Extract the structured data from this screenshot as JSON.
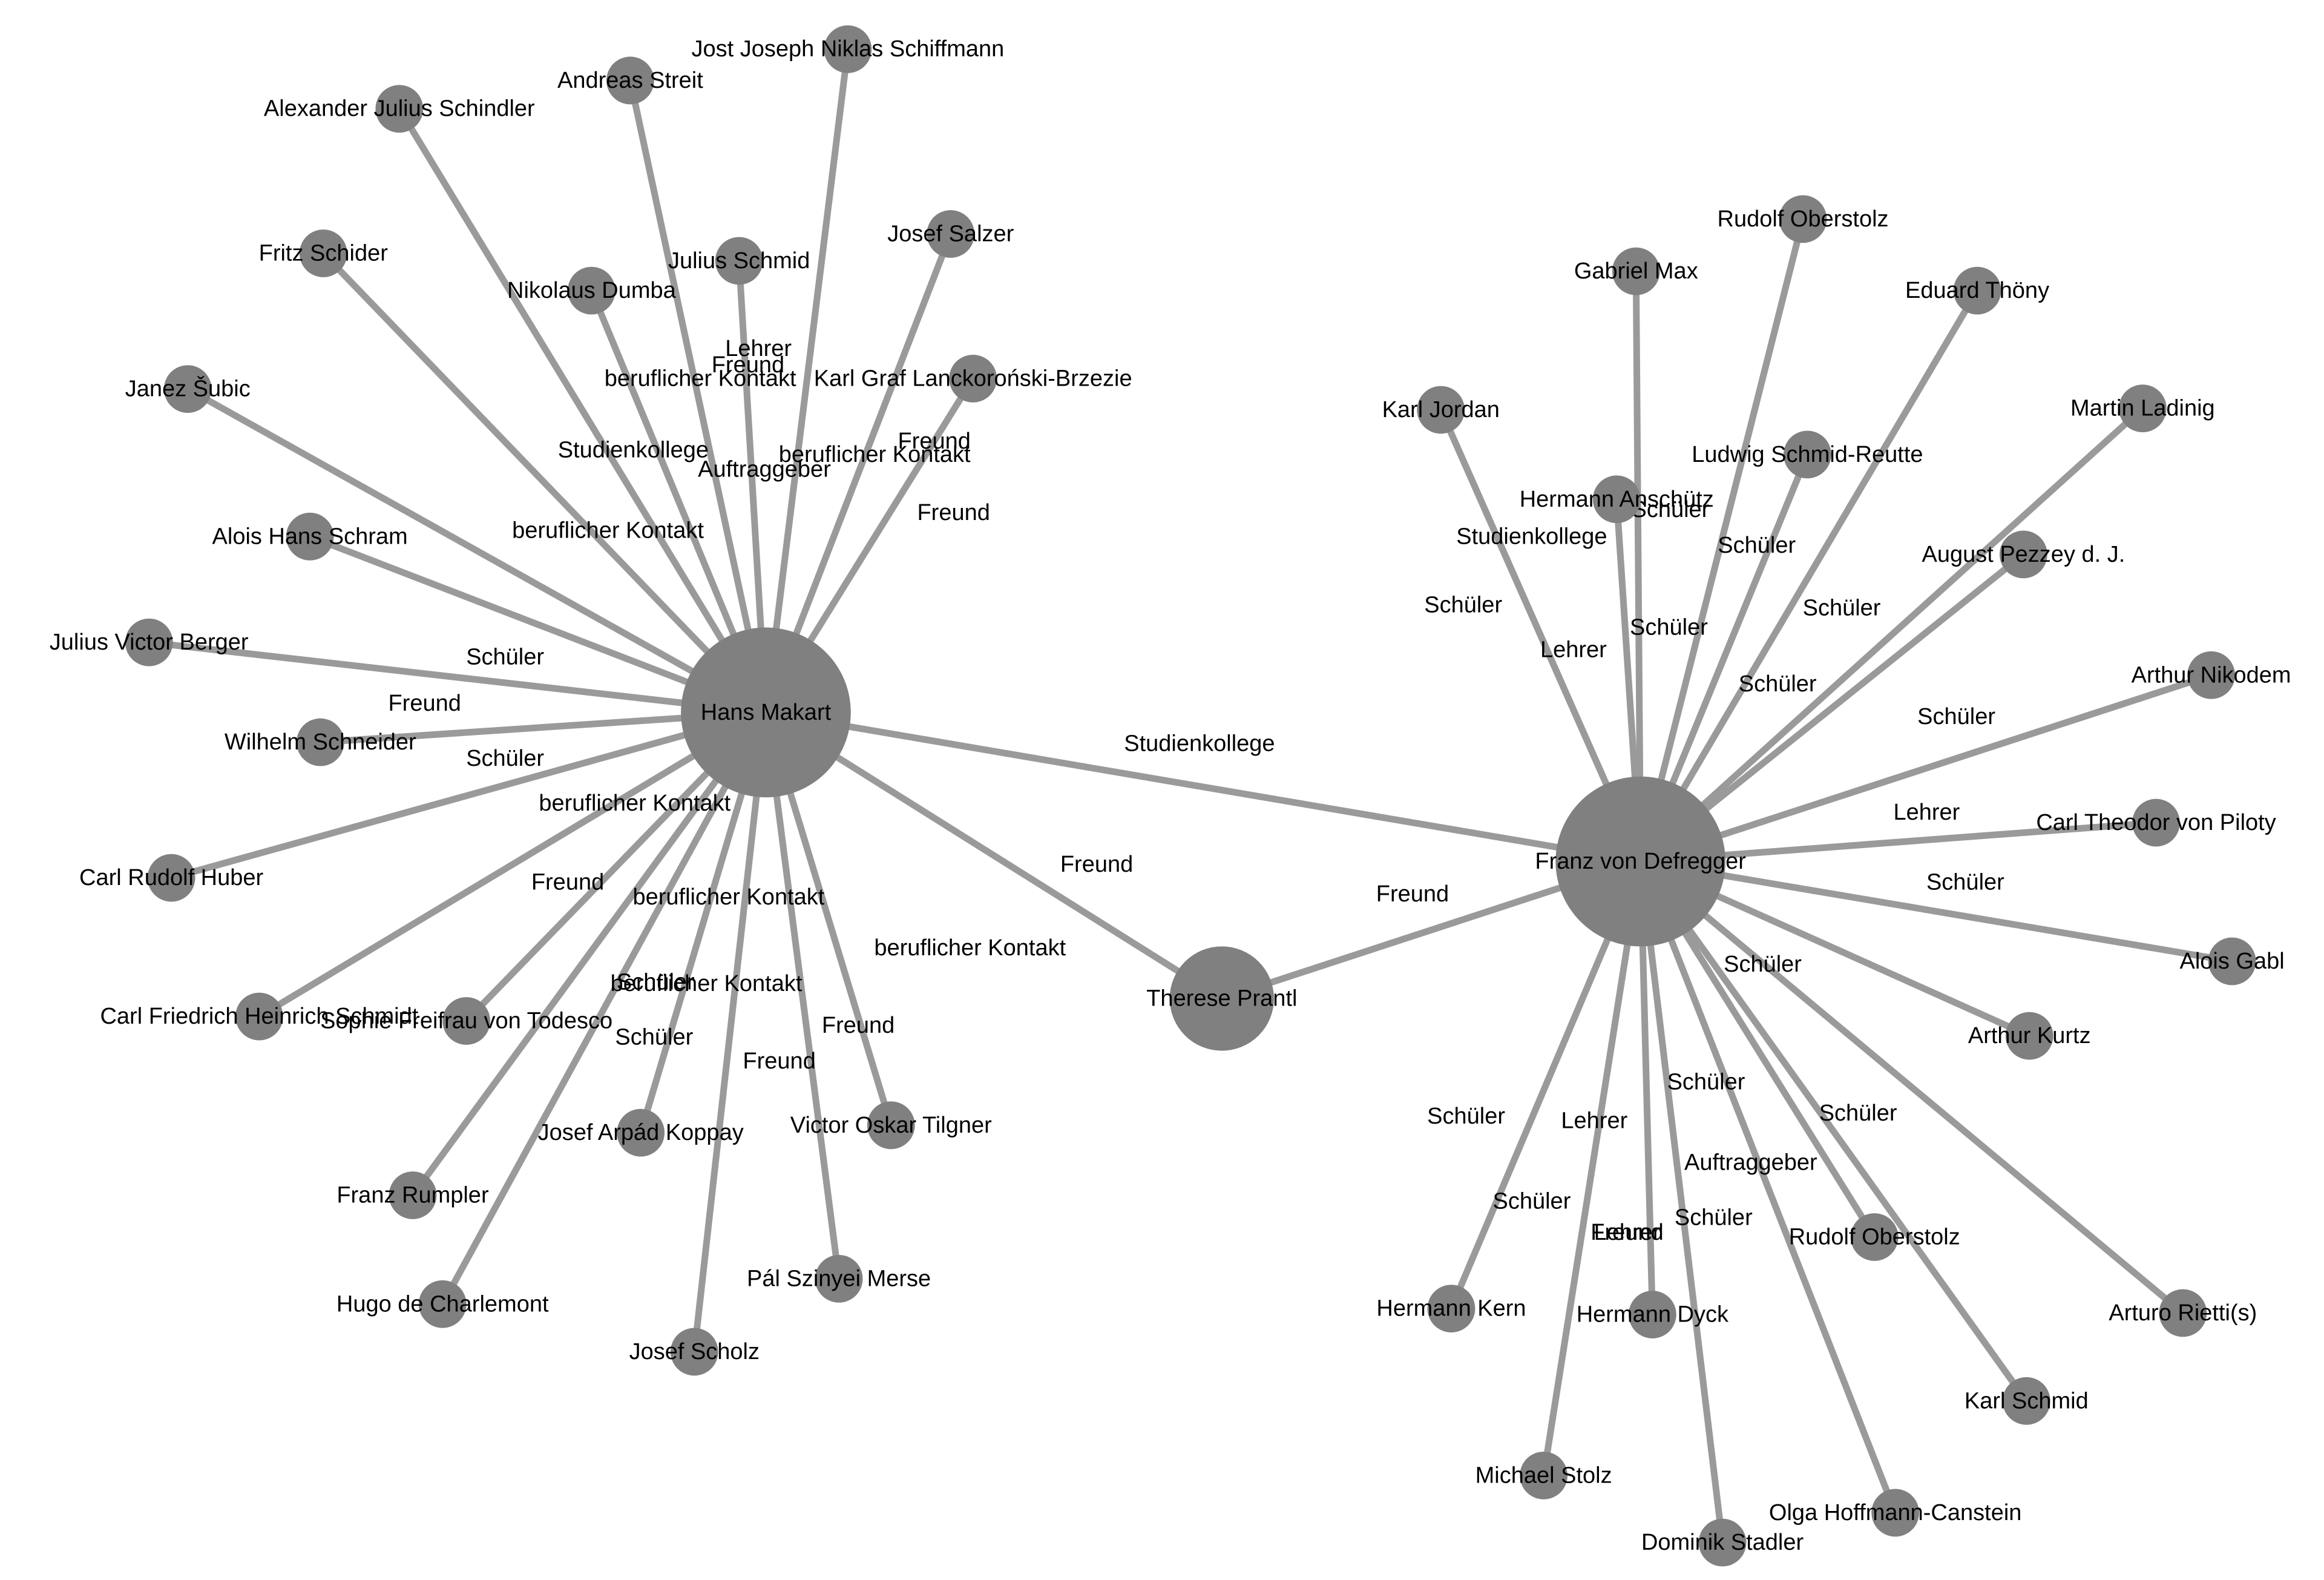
{
  "colors": {
    "node": "#808080",
    "edge": "#9a9a9a",
    "text": "#000000",
    "background": "#ffffff"
  },
  "nodes": [
    {
      "id": "makart",
      "label": "Hans Makart",
      "hub": true
    },
    {
      "id": "defregger",
      "label": "Franz von Defregger",
      "hub": true
    },
    {
      "id": "prantl",
      "label": "Therese Prantl",
      "hub": true
    },
    {
      "id": "schiffmann",
      "label": "Jost Joseph Niklas Schiffmann"
    },
    {
      "id": "streit",
      "label": "Andreas Streit"
    },
    {
      "id": "schindler",
      "label": "Alexander Julius Schindler"
    },
    {
      "id": "schider",
      "label": "Fritz Schider"
    },
    {
      "id": "dumba",
      "label": "Nikolaus Dumba"
    },
    {
      "id": "jschmid",
      "label": "Julius Schmid"
    },
    {
      "id": "salzer",
      "label": "Josef Salzer"
    },
    {
      "id": "lanckoronski",
      "label": "Karl Graf Lanckoroński-Brzezie"
    },
    {
      "id": "subic",
      "label": "Janez Šubic"
    },
    {
      "id": "schram",
      "label": "Alois Hans Schram"
    },
    {
      "id": "berger",
      "label": "Julius Victor Berger"
    },
    {
      "id": "wschneider",
      "label": "Wilhelm Schneider"
    },
    {
      "id": "huber",
      "label": "Carl Rudolf Huber"
    },
    {
      "id": "hschmidt",
      "label": "Carl Friedrich Heinrich Schmidt"
    },
    {
      "id": "todesco",
      "label": "Sophie Freifrau von Todesco"
    },
    {
      "id": "koppay",
      "label": "Josef Arpád Koppay"
    },
    {
      "id": "tilgner",
      "label": "Victor Oskar Tilgner"
    },
    {
      "id": "rumpler",
      "label": "Franz Rumpler"
    },
    {
      "id": "charlemont",
      "label": "Hugo de Charlemont"
    },
    {
      "id": "merse",
      "label": "Pál Szinyei Merse"
    },
    {
      "id": "scholz",
      "label": "Josef Scholz"
    },
    {
      "id": "oberstolz1",
      "label": "Rudolf Oberstolz"
    },
    {
      "id": "max",
      "label": "Gabriel Max"
    },
    {
      "id": "thony",
      "label": "Eduard Thöny"
    },
    {
      "id": "jordan",
      "label": "Karl Jordan"
    },
    {
      "id": "reutte",
      "label": "Ludwig Schmid-Reutte"
    },
    {
      "id": "anschutz",
      "label": "Hermann Anschütz"
    },
    {
      "id": "ladinig",
      "label": "Martin Ladinig"
    },
    {
      "id": "pezzey",
      "label": "August Pezzey d. J."
    },
    {
      "id": "nikodem",
      "label": "Arthur Nikodem"
    },
    {
      "id": "piloty",
      "label": "Carl Theodor von Piloty"
    },
    {
      "id": "gabl",
      "label": "Alois Gabl"
    },
    {
      "id": "kurtz",
      "label": "Arthur Kurtz"
    },
    {
      "id": "oberstolz2",
      "label": "Rudolf Oberstolz"
    },
    {
      "id": "rietti",
      "label": "Arturo Rietti(s)"
    },
    {
      "id": "kern",
      "label": "Hermann Kern"
    },
    {
      "id": "dyck",
      "label": "Hermann Dyck"
    },
    {
      "id": "kschmid",
      "label": "Karl Schmid"
    },
    {
      "id": "stolz",
      "label": "Michael Stolz"
    },
    {
      "id": "hoffmann",
      "label": "Olga Hoffmann-Canstein"
    },
    {
      "id": "stadler",
      "label": "Dominik Stadler"
    }
  ],
  "edges": [
    {
      "from": "makart",
      "to": "defregger",
      "label": "Studienkollege"
    },
    {
      "from": "makart",
      "to": "prantl",
      "label": "Freund"
    },
    {
      "from": "defregger",
      "to": "prantl",
      "label": "Freund"
    },
    {
      "from": "makart",
      "to": "schiffmann",
      "label": "Freund"
    },
    {
      "from": "makart",
      "to": "streit",
      "label": "beruflicher Kontakt"
    },
    {
      "from": "makart",
      "to": "schindler",
      "label": "Studienkollege"
    },
    {
      "from": "makart",
      "to": "schider",
      "label": "beruflicher Kontakt"
    },
    {
      "from": "makart",
      "to": "dumba",
      "label": "Auftraggeber"
    },
    {
      "from": "makart",
      "to": "jschmid",
      "label": "Lehrer"
    },
    {
      "from": "makart",
      "to": "salzer",
      "label": "beruflicher Kontakt"
    },
    {
      "from": "makart",
      "to": "lanckoronski",
      "label": "Freund"
    },
    {
      "from": "makart",
      "to": "subic",
      "label": "Freund"
    },
    {
      "from": "makart",
      "to": "schram",
      "label": "Schüler"
    },
    {
      "from": "makart",
      "to": "berger",
      "label": "Schüler"
    },
    {
      "from": "makart",
      "to": "wschneider",
      "label": "Freund"
    },
    {
      "from": "makart",
      "to": "huber",
      "label": "Schüler"
    },
    {
      "from": "makart",
      "to": "hschmidt",
      "label": "beruflicher Kontakt"
    },
    {
      "from": "makart",
      "to": "todesco",
      "label": "Freund"
    },
    {
      "from": "makart",
      "to": "koppay",
      "label": "beruflicher Kontakt"
    },
    {
      "from": "makart",
      "to": "tilgner",
      "label": "beruflicher Kontakt"
    },
    {
      "from": "makart",
      "to": "rumpler",
      "label": "Schüler"
    },
    {
      "from": "makart",
      "to": "charlemont",
      "label": "beruflicher Kontakt"
    },
    {
      "from": "makart",
      "to": "merse",
      "label": "Freund"
    },
    {
      "from": "makart",
      "to": "scholz",
      "label": "Freund"
    },
    {
      "from": "defregger",
      "to": "oberstolz1",
      "label": "Schüler"
    },
    {
      "from": "defregger",
      "to": "max",
      "label": "Schüler"
    },
    {
      "from": "defregger",
      "to": "thony",
      "label": "Schüler"
    },
    {
      "from": "defregger",
      "to": "jordan",
      "label": "Schüler"
    },
    {
      "from": "defregger",
      "to": "reutte",
      "label": "Schüler"
    },
    {
      "from": "defregger",
      "to": "anschutz",
      "label": "Lehrer"
    },
    {
      "from": "defregger",
      "to": "ladinig",
      "label": "Schüler"
    },
    {
      "from": "defregger",
      "to": "pezzey",
      "label": "Schüler"
    },
    {
      "from": "defregger",
      "to": "nikodem",
      "label": "Schüler"
    },
    {
      "from": "defregger",
      "to": "piloty",
      "label": "Lehrer"
    },
    {
      "from": "defregger",
      "to": "gabl",
      "label": "Schüler"
    },
    {
      "from": "defregger",
      "to": "kurtz",
      "label": "Schüler"
    },
    {
      "from": "defregger",
      "to": "oberstolz2",
      "label": "Schüler"
    },
    {
      "from": "defregger",
      "to": "rietti",
      "label": "Schüler"
    },
    {
      "from": "defregger",
      "to": "kern",
      "label": "Schüler"
    },
    {
      "from": "defregger",
      "to": "dyck",
      "label": "Lehrer"
    },
    {
      "from": "defregger",
      "to": "kschmid",
      "label": "Schüler"
    },
    {
      "from": "defregger",
      "to": "stolz",
      "label": "Lehrer"
    },
    {
      "from": "defregger",
      "to": "hoffmann",
      "label": "Auftraggeber"
    },
    {
      "from": "defregger",
      "to": "stadler",
      "label": "Freund"
    }
  ],
  "extra_labels": [
    "Studienkollege"
  ]
}
